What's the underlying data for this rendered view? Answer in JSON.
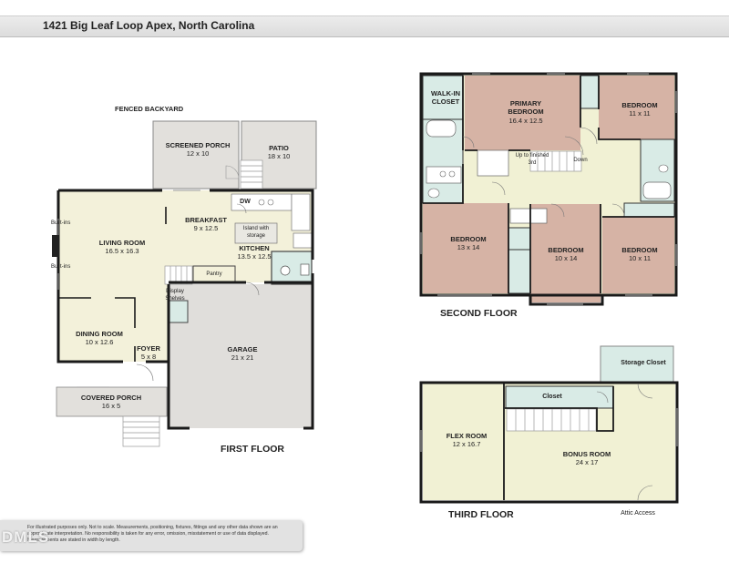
{
  "header": {
    "address": "1421 Big Leaf Loop  Apex, North Carolina"
  },
  "colors": {
    "porch": "#e2e0dc",
    "living": "#f3f1da",
    "garage": "#e0dedb",
    "bedroom": "#d6b3a5",
    "hall": "#f1f1d4",
    "bath": "#d9ebe6",
    "storage": "#d9ebe6",
    "wall": "#1a1a1a"
  },
  "first_floor": {
    "title": "FIRST FLOOR",
    "fenced_backyard": "FENCED BACKYARD",
    "screened_porch": {
      "name": "SCREENED PORCH",
      "dims": "12 x 10"
    },
    "patio": {
      "name": "PATIO",
      "dims": "18 x 10"
    },
    "living_room": {
      "name": "LIVING ROOM",
      "dims": "16.5 x 16.3"
    },
    "breakfast": {
      "name": "BREAKFAST",
      "dims": "9 x 12.5"
    },
    "kitchen": {
      "name": "KITCHEN",
      "dims": "13.5 x 12.5"
    },
    "island": "Island with storage",
    "dw": "DW",
    "pantry": "Pantry",
    "display_shelves": "Display Shelves",
    "built_ins_top": "Built-ins",
    "built_ins_bottom": "Built-ins",
    "dining_room": {
      "name": "DINING ROOM",
      "dims": "10 x 12.6"
    },
    "foyer": {
      "name": "FOYER",
      "dims": "5 x 8"
    },
    "garage": {
      "name": "GARAGE",
      "dims": "21 x 21"
    },
    "covered_porch": {
      "name": "COVERED PORCH",
      "dims": "16 x 5"
    }
  },
  "second_floor": {
    "title": "SECOND FLOOR",
    "walk_in_closet": "WALK-IN CLOSET",
    "primary_bedroom": {
      "name": "PRIMARY BEDROOM",
      "dims": "16.4 x 12.5"
    },
    "bedroom_ne": {
      "name": "BEDROOM",
      "dims": "11 x 11"
    },
    "up_label": "Up to finished 3rd",
    "down_label": "Down",
    "bedroom_w": {
      "name": "BEDROOM",
      "dims": "13 x 14"
    },
    "bedroom_c": {
      "name": "BEDROOM",
      "dims": "10 x 14"
    },
    "bedroom_e": {
      "name": "BEDROOM",
      "dims": "10 x 11"
    }
  },
  "third_floor": {
    "title": "THIRD FLOOR",
    "storage_closet": "Storage Closet",
    "closet": "Closet",
    "flex_room": {
      "name": "FLEX ROOM",
      "dims": "12 x 16.7"
    },
    "bonus_room": {
      "name": "BONUS ROOM",
      "dims": "24 x 17"
    },
    "attic_access": "Attic Access"
  },
  "disclaimer": "For illustrated purposes only. Not to scale. Measurements, positioning, fixtures, fittings and any other data shown are an approximate interpretation. No responsibility is taken for any error, omission, misstatement or use of data displayed. Measurements are stated in width by length.",
  "watermark": "DMLS"
}
